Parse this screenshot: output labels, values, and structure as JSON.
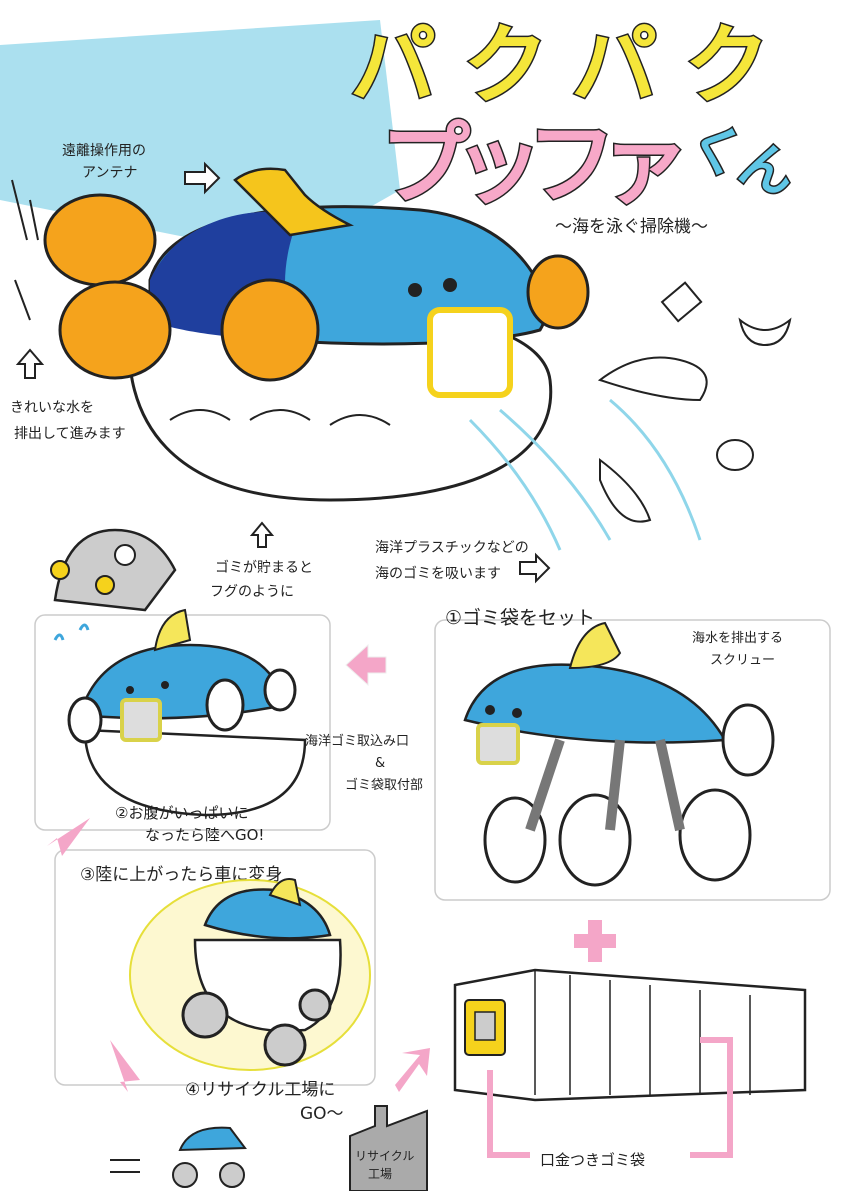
{
  "title": {
    "line1": "パクパク",
    "line2": "プッファ",
    "suffix": "くん",
    "subtitle": "～海を泳ぐ掃除機～"
  },
  "top_panel": {
    "antenna_label": [
      "遠離操作用の",
      "アンテナ"
    ],
    "exhaust_label": [
      "きれいな水を",
      "排出して進みます"
    ],
    "inflate_label": [
      "ゴミが貯まると",
      "フグのように"
    ],
    "suction_label": [
      "海洋プラスチックなどの",
      "海のゴミを吸います"
    ]
  },
  "steps": {
    "step1": "①ゴミ袋をセット",
    "screw_label": [
      "海水を排出する",
      "スクリュー"
    ],
    "intake_label": [
      "海洋ゴミ取込み口",
      "&",
      "ゴミ袋取付部"
    ],
    "step2": [
      "②お腹がいっぱいに",
      "なったら陸へGO!"
    ],
    "step3": "③陸に上がったら車に変身",
    "step4": [
      "④リサイクル工場に",
      "GO～"
    ],
    "factory_label": [
      "リサイクル",
      "工場"
    ],
    "bag_label": "口金つきゴミ袋"
  },
  "colors": {
    "body_blue": "#3ea6dc",
    "dark_blue": "#1f3f9e",
    "yellow": "#f5d21c",
    "orange": "#f29a1a",
    "pink": "#f4a6c8",
    "sea": "#8fd6ea",
    "green": "#5cc84a"
  }
}
